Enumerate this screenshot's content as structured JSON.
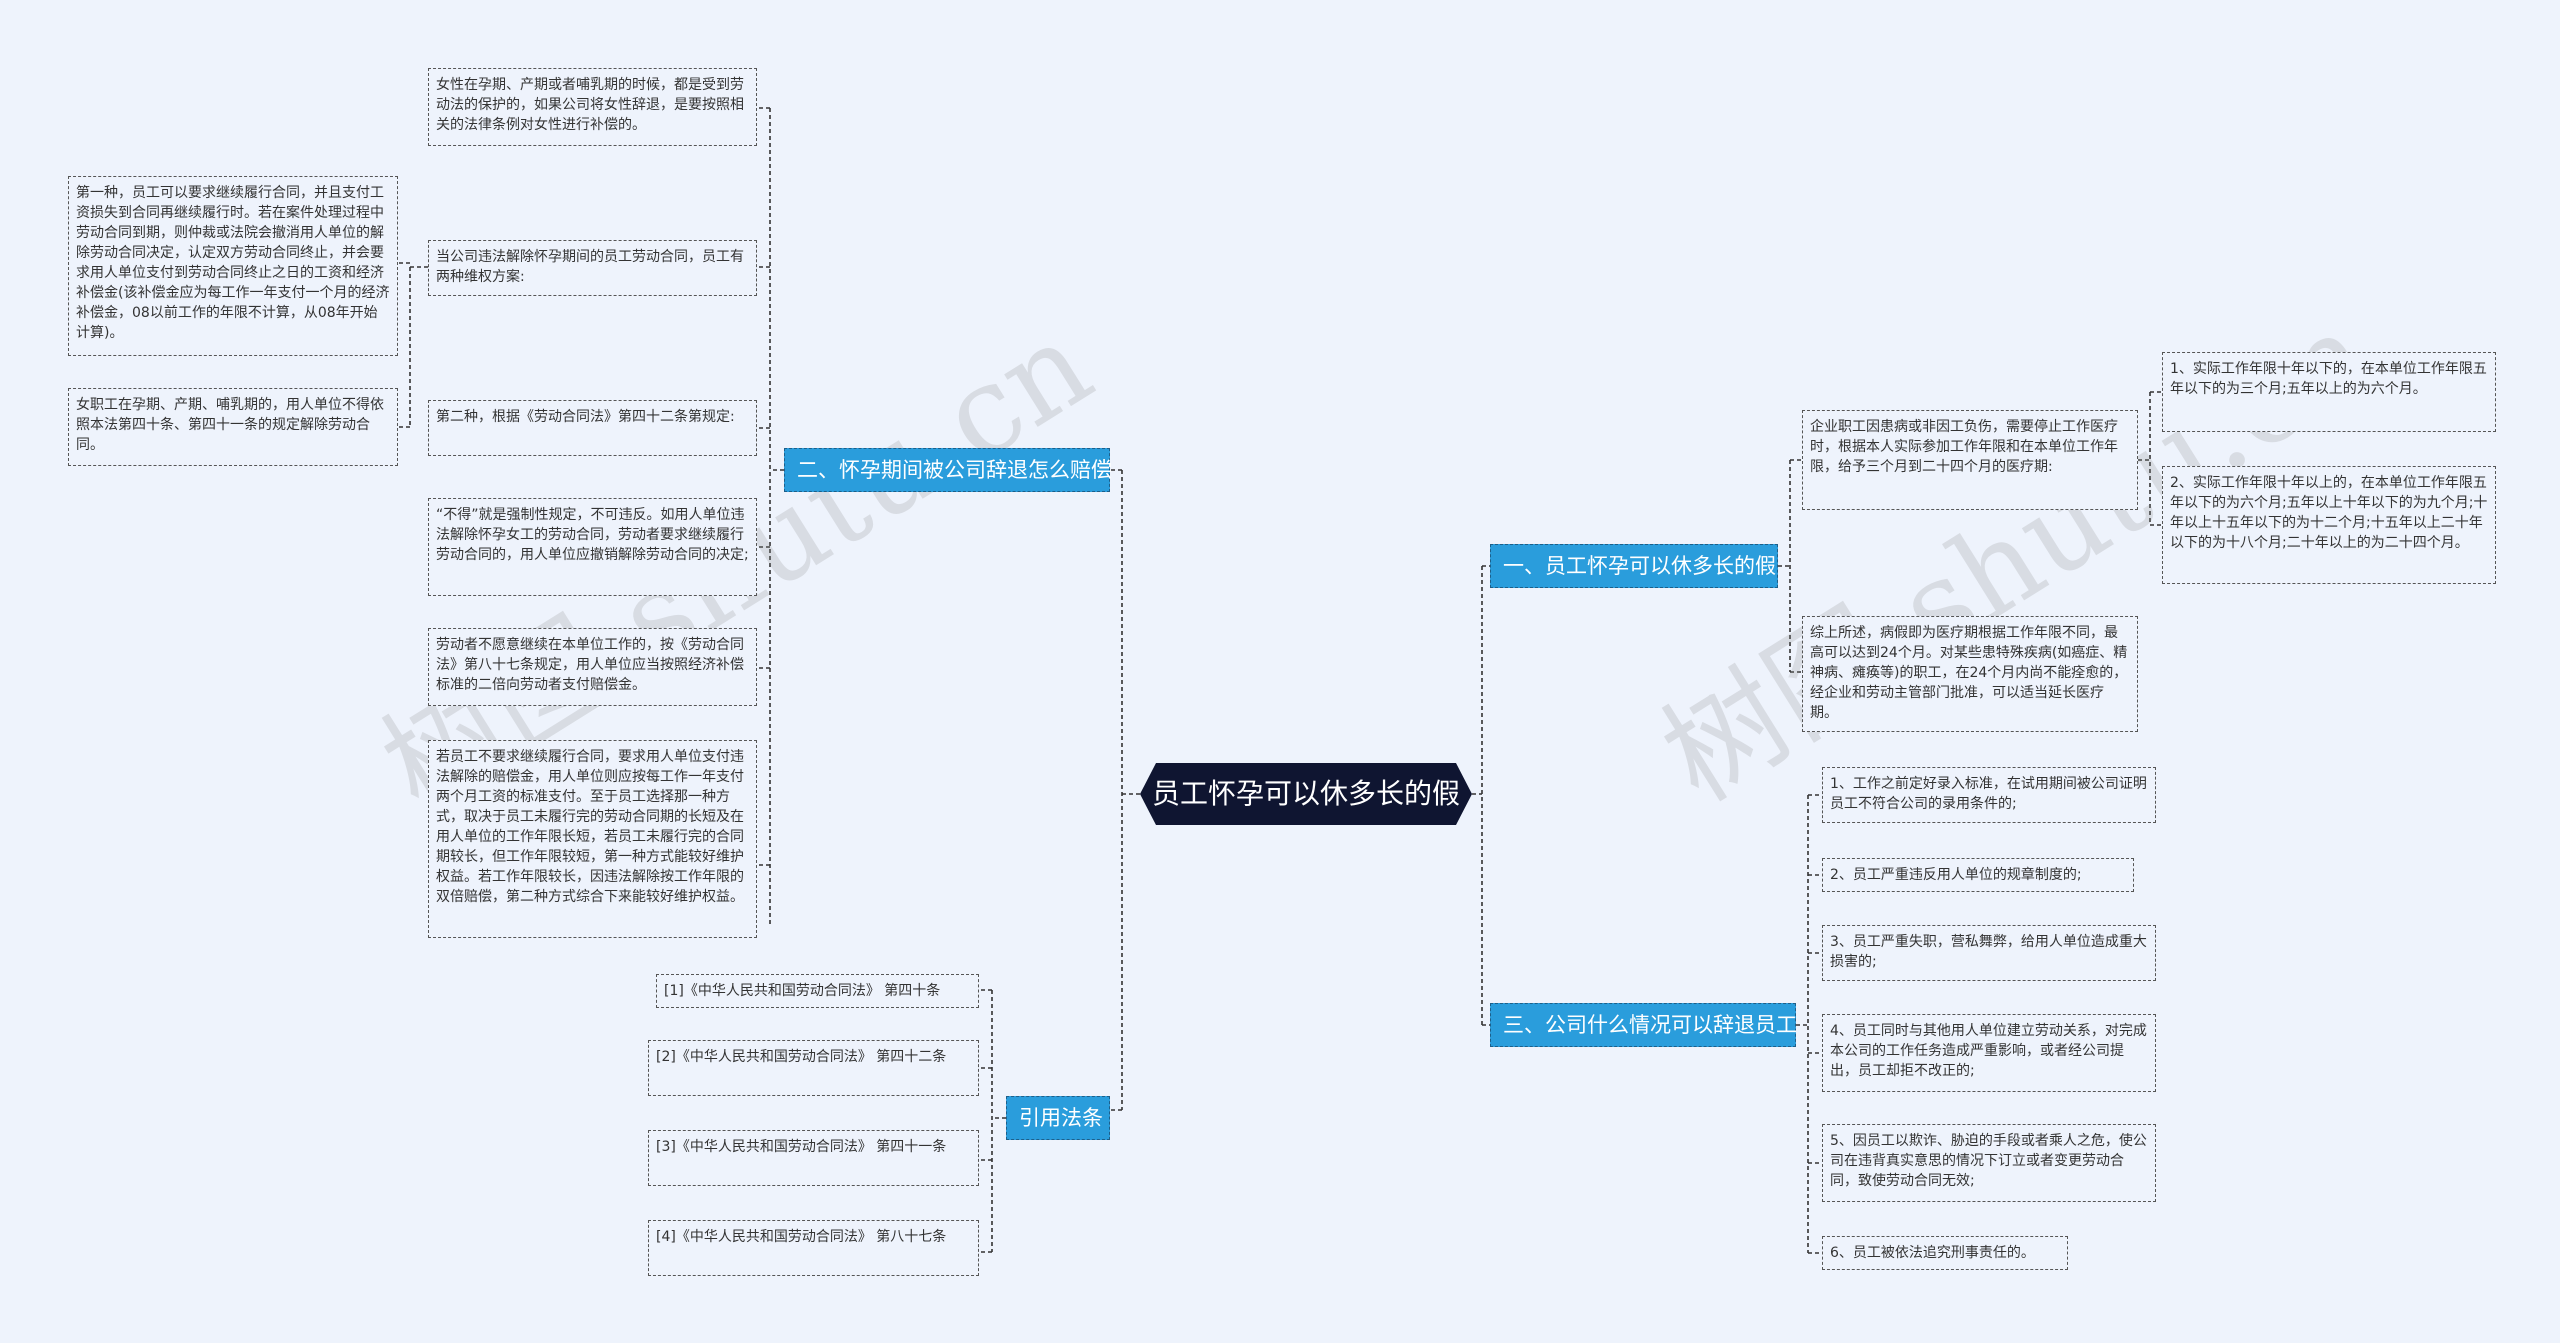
{
  "root": {
    "title": "员工怀孕可以休多长的假"
  },
  "watermark": {
    "text": "树图 shutu.cn"
  },
  "branches": {
    "b1": {
      "label": "一、员工怀孕可以休多长的假",
      "children": [
        "企业职工因患病或非因工负伤，需要停止工作医疗时，根据本人实际参加工作年限和在本单位工作年限，给予三个月到二十四个月的医疗期:",
        "综上所述，病假即为医疗期根据工作年限不同，最高可以达到24个月。对某些患特殊疾病(如癌症、精神病、瘫痪等)的职工，在24个月内尚不能痊愈的，经企业和劳动主管部门批准，可以适当延长医疗期。"
      ],
      "grandchildren": [
        "1、实际工作年限十年以下的，在本单位工作年限五年以下的为三个月;五年以上的为六个月。",
        "2、实际工作年限十年以上的，在本单位工作年限五年以下的为六个月;五年以上十年以下的为九个月;十年以上十五年以下的为十二个月;十五年以上二十年以下的为十八个月;二十年以上的为二十四个月。"
      ]
    },
    "b2": {
      "label": "二、怀孕期间被公司辞退怎么赔偿",
      "children": [
        "女性在孕期、产期或者哺乳期的时候，都是受到劳动法的保护的，如果公司将女性辞退，是要按照相关的法律条例对女性进行补偿的。",
        "当公司违法解除怀孕期间的员工劳动合同，员工有两种维权方案:",
        "第二种，根据《劳动合同法》第四十二条第规定:",
        "“不得”就是强制性规定，不可违反。如用人单位违法解除怀孕女工的劳动合同，劳动者要求继续履行劳动合同的，用人单位应撤销解除劳动合同的决定;",
        "劳动者不愿意继续在本单位工作的，按《劳动合同法》第八十七条规定，用人单位应当按照经济补偿标准的二倍向劳动者支付赔偿金。",
        "若员工不要求继续履行合同，要求用人单位支付违法解除的赔偿金，用人单位则应按每工作一年支付两个月工资的标准支付。至于员工选择那一种方式，取决于员工未履行完的劳动合同期的长短及在用人单位的工作年限长短，若员工未履行完的合同期较长，但工作年限较短，第一种方式能较好维护权益。若工作年限较长，因违法解除按工作年限的双倍赔偿，第二种方式综合下来能较好维护权益。"
      ],
      "grandchildren": [
        "第一种，员工可以要求继续履行合同，并且支付工资损失到合同再继续履行时。若在案件处理过程中劳动合同到期，则仲裁或法院会撤消用人单位的解除劳动合同决定，认定双方劳动合同终止，并会要求用人单位支付到劳动合同终止之日的工资和经济补偿金(该补偿金应为每工作一年支付一个月的经济补偿金，08以前工作的年限不计算，从08年开始计算)。",
        "女职工在孕期、产期、哺乳期的，用人单位不得依照本法第四十条、第四十一条的规定解除劳动合同。"
      ]
    },
    "b3": {
      "label": "三、公司什么情况可以辞退员工",
      "children": [
        "1、工作之前定好录入标准，在试用期间被公司证明员工不符合公司的录用条件的;",
        "2、员工严重违反用人单位的规章制度的;",
        "3、员工严重失职，营私舞弊，给用人单位造成重大损害的;",
        "4、员工同时与其他用人单位建立劳动关系，对完成本公司的工作任务造成严重影响，或者经公司提出，员工却拒不改正的;",
        "5、因员工以欺诈、胁迫的手段或者乘人之危，使公司在违背真实意思的情况下订立或者变更劳动合同，致使劳动合同无效;",
        "6、员工被依法追究刑事责任的。"
      ]
    },
    "b4": {
      "label": "引用法条",
      "children": [
        "[1]《中华人民共和国劳动合同法》 第四十条",
        "[2]《中华人民共和国劳动合同法》 第四十二条",
        "[3]《中华人民共和国劳动合同法》 第四十一条",
        "[4]《中华人民共和国劳动合同法》 第八十七条"
      ]
    }
  }
}
